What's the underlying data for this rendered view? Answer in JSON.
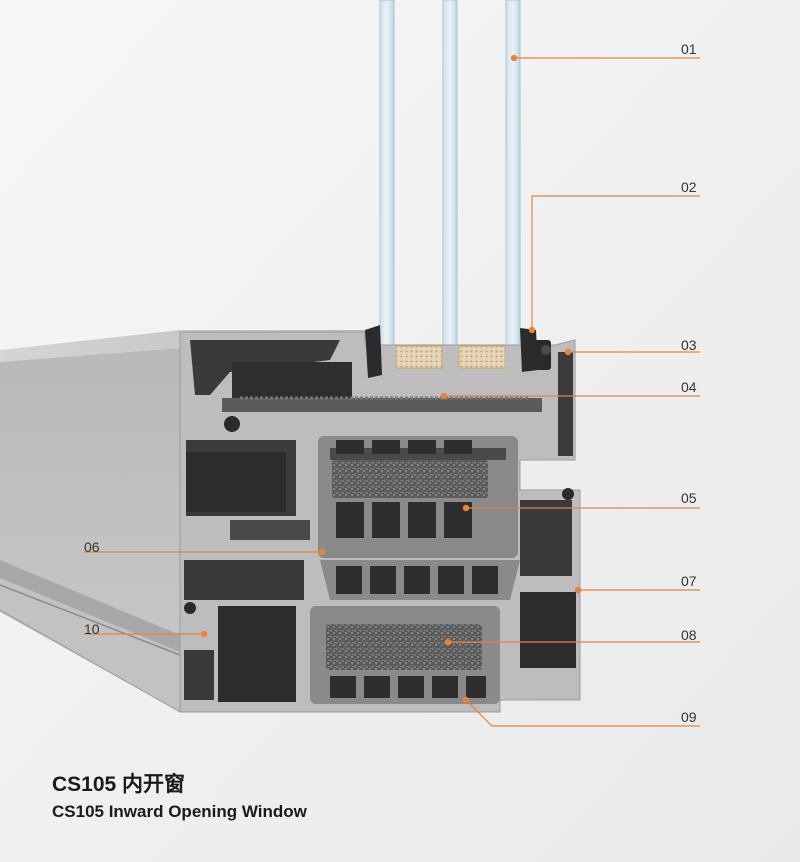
{
  "title_cn": "CS105 内开窗",
  "title_en": "CS105 Inward Opening Window",
  "accent_color": "#e8843a",
  "callouts": [
    "01",
    "02",
    "03",
    "04",
    "05",
    "06",
    "07",
    "08",
    "09",
    "10"
  ]
}
